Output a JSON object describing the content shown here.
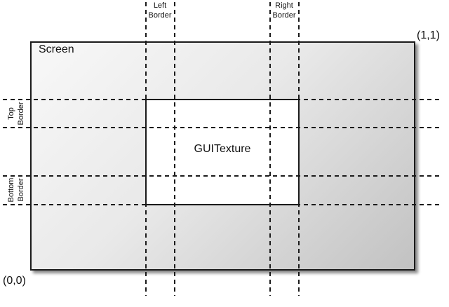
{
  "diagram": {
    "screen_label": "Screen",
    "texture_label": "GUITexture",
    "origin_coord": "(0,0)",
    "max_coord": "(1,1)",
    "borders": {
      "left": {
        "line1": "Left",
        "line2": "Border"
      },
      "right": {
        "line1": "Right",
        "line2": "Border"
      },
      "top": {
        "line1": "Top",
        "line2": "Border"
      },
      "bottom": {
        "line1": "Bottom",
        "line2": "Border"
      }
    },
    "colors": {
      "line": "#1a1a1a",
      "screen_gradient_start": "#f8f8f8",
      "screen_gradient_mid": "#e9e9e9",
      "screen_gradient_end": "#c2c2c2",
      "texture_fill": "#ffffff",
      "background": "#ffffff"
    }
  }
}
